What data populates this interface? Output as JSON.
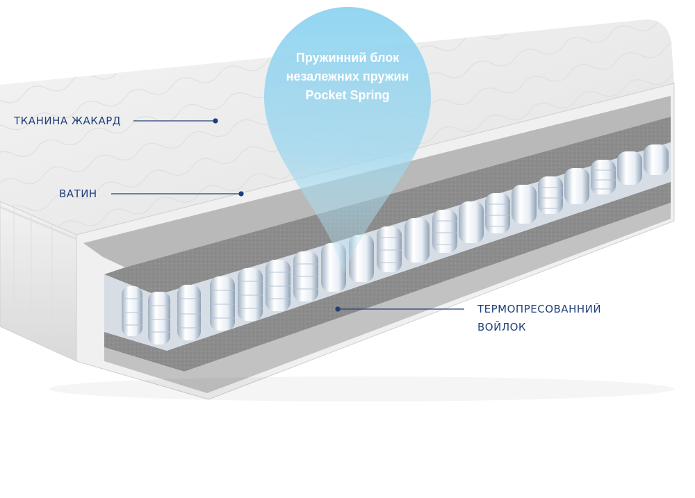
{
  "callout": {
    "line1": "Пружинний блок",
    "line2": "незалежних пружин",
    "line3": "Pocket Spring"
  },
  "labels": {
    "fabric": "ТКАНИНА ЖАКАРД",
    "batting": "ВАТИН",
    "felt_line1": "ТЕРМОПРЕСОВАННИЙ",
    "felt_line2": "ВОЙЛОК"
  },
  "colors": {
    "label_text": "#1f3f7a",
    "leader_line": "#1f3f7a",
    "bubble": "#7fcbea"
  }
}
